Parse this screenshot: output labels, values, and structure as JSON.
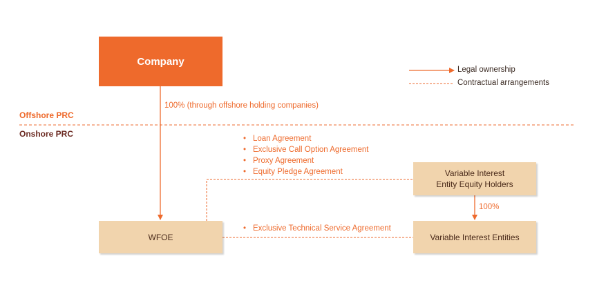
{
  "diagram": {
    "company": "Company",
    "wfoe": "WFOE",
    "vie_holders_line1": "Variable Interest",
    "vie_holders_line2": "Entity Equity Holders",
    "vie": "Variable Interest Entities",
    "offshore_label": "Offshore PRC",
    "onshore_label": "Onshore PRC",
    "company_to_wfoe_label": "100% (through offshore holding companies)",
    "holders_to_vie_label": "100%",
    "agreements_top": [
      "Loan Agreement",
      "Exclusive Call Option Agreement",
      "Proxy Agreement",
      "Equity Pledge Agreement"
    ],
    "agreements_bottom": [
      "Exclusive Technical Service Agreement"
    ],
    "legend": {
      "legal_ownership": "Legal ownership",
      "contractual": "Contractual arrangements"
    },
    "colors": {
      "accent": "#ee6a2c",
      "box_fill": "#f1d4ad",
      "onshore_text": "#6b2a22"
    }
  }
}
